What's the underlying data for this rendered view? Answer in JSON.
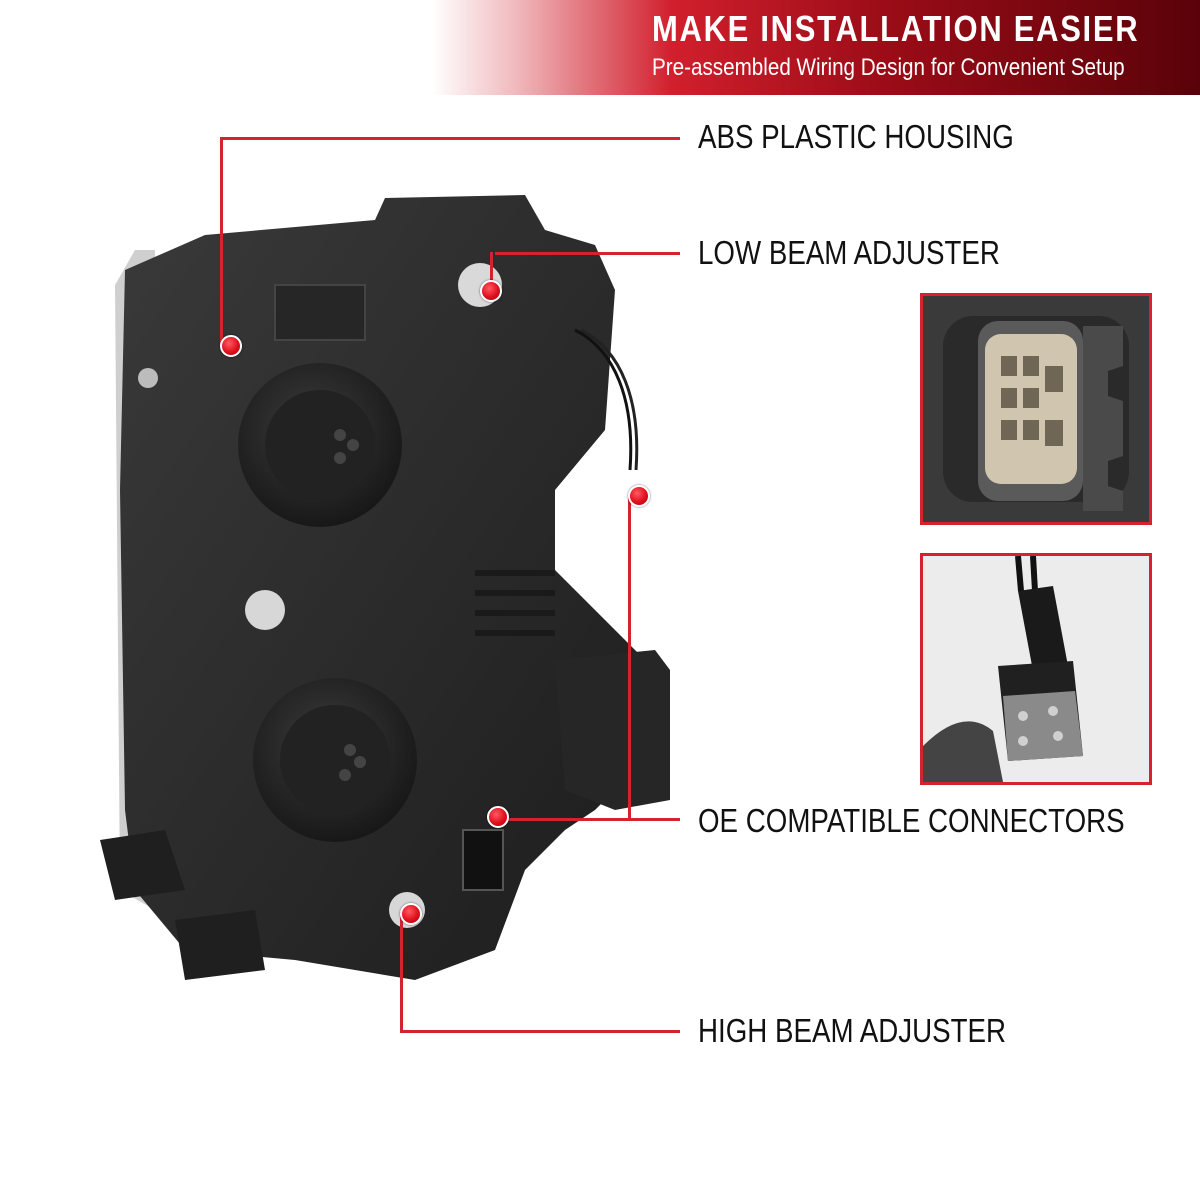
{
  "banner": {
    "title": "MAKE INSTALLATION EASIER",
    "subtitle": "Pre-assembled Wiring Design for Convenient Setup"
  },
  "features": {
    "housing": "ABS PLASTIC HOUSING",
    "low_beam": "LOW BEAM ADJUSTER",
    "connectors": "OE COMPATIBLE CONNECTORS",
    "high_beam": "HIGH BEAM ADJUSTER"
  },
  "colors": {
    "accent": "#d4232f",
    "banner_dark": "#5a0209",
    "housing": "#2e2e2e"
  }
}
